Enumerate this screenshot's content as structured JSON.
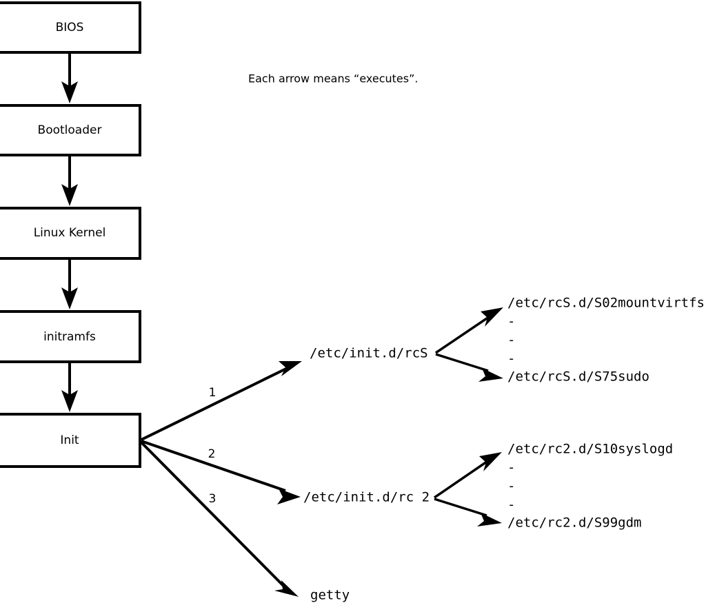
{
  "diagram": {
    "caption": "Each arrow means “executes”.",
    "stages": [
      {
        "id": "bios",
        "label": "BIOS"
      },
      {
        "id": "bootloader",
        "label": "Bootloader"
      },
      {
        "id": "kernel",
        "label": "Linux Kernel"
      },
      {
        "id": "initramfs",
        "label": "initramfs"
      },
      {
        "id": "init",
        "label": "Init"
      }
    ],
    "init_branches": [
      {
        "number": "1",
        "label": "/etc/init.d/rcS"
      },
      {
        "number": "2",
        "label": "/etc/init.d/rc 2"
      },
      {
        "number": "3",
        "label": "getty"
      }
    ],
    "rcs_scripts": {
      "first": "/etc/rcS.d/S02mountvirtfs",
      "last": "/etc/rcS.d/S75sudo",
      "ellipsis": [
        "-",
        "-",
        "-"
      ]
    },
    "rc2_scripts": {
      "first": "/etc/rc2.d/S10syslogd",
      "last": "/etc/rc2.d/S99gdm",
      "ellipsis": [
        "-",
        "-",
        "-"
      ]
    },
    "colors": {
      "background": "#ffffff",
      "stroke": "#000000",
      "text": "#000000"
    }
  }
}
